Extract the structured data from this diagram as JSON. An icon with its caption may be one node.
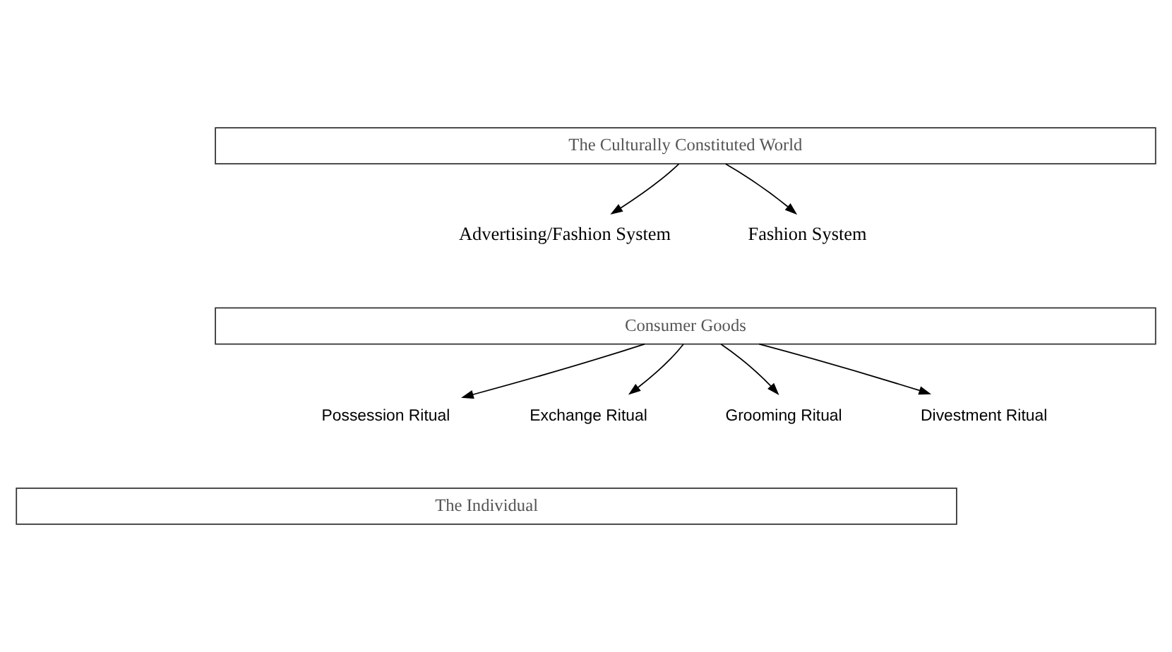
{
  "diagram": {
    "nodes": [
      {
        "text": [
          "The Culturally Constituted World"
        ]
      },
      {
        "text": [
          "Advertising/Fashion System"
        ]
      },
      {
        "text": [
          "Fashion System"
        ]
      },
      {
        "text": [
          "Consumer Goods"
        ]
      },
      {
        "text": [
          "Possession Ritual"
        ]
      },
      {
        "text": [
          "Exchange Ritual"
        ]
      },
      {
        "text": [
          "Grooming Ritual"
        ]
      },
      {
        "text": [
          "Divestment Ritual"
        ]
      },
      {
        "text": [
          "The Individual"
        ]
      }
    ],
    "edges": [
      {
        "from": 0,
        "to": 1,
        "arrow": "to"
      },
      {
        "from": 0,
        "to": 2,
        "arrow": "to"
      },
      {
        "from": 3,
        "to": 4,
        "arrow": "to"
      },
      {
        "from": 3,
        "to": 5,
        "arrow": "to"
      },
      {
        "from": 3,
        "to": 6,
        "arrow": "to"
      },
      {
        "from": 3,
        "to": 7,
        "arrow": "to"
      }
    ]
  }
}
